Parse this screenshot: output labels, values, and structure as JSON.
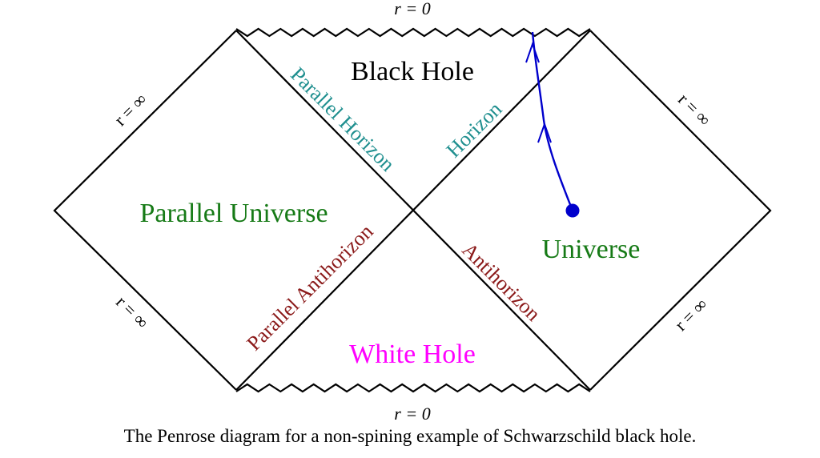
{
  "labels": {
    "top_boundary": "r = 0",
    "bottom_boundary": "r = 0",
    "r_infinity_upper_left": "r = ∞",
    "r_infinity_upper_right": "r = ∞",
    "r_infinity_lower_left": "r = ∞",
    "r_infinity_lower_right": "r = ∞",
    "black_hole": "Black Hole",
    "white_hole": "White Hole",
    "parallel_universe": "Parallel Universe",
    "universe": "Universe",
    "horizon": "Horizon",
    "parallel_horizon": "Parallel Horizon",
    "antihorizon": "Antihorizon",
    "parallel_antihorizon": "Parallel Antihorizon"
  },
  "caption": "The Penrose diagram for a non-spining example of Schwarzschild black hole.",
  "colors": {
    "horizon": "#1f8f8f",
    "antihorizon": "#8b1a1a",
    "universe": "#167a16",
    "white_hole": "#ff00ff",
    "worldline": "#0000cc"
  }
}
